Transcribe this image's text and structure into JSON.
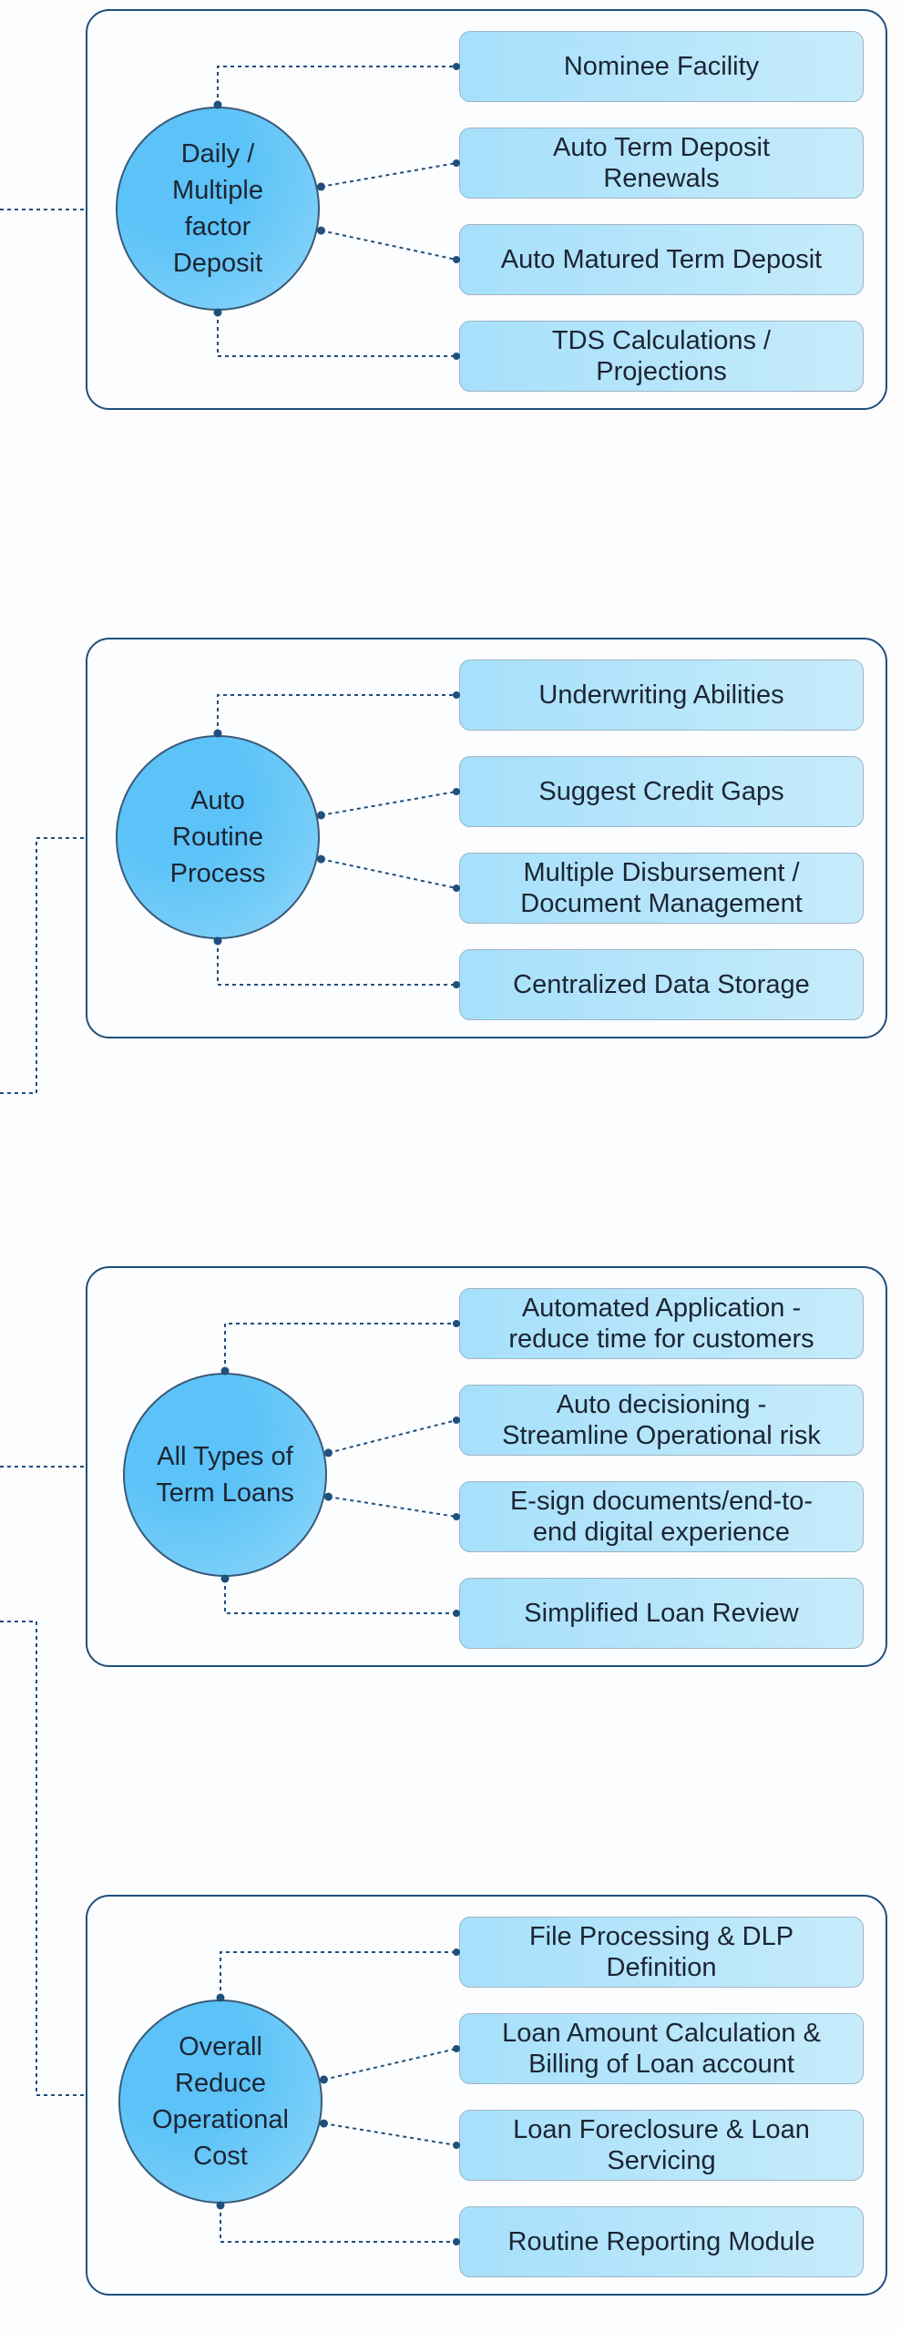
{
  "groups": [
    {
      "hub": "Daily /\nMultiple\nfactor\nDeposit",
      "items": [
        "Nominee Facility",
        "Auto Term Deposit\nRenewals",
        "Auto Matured Term Deposit",
        "TDS Calculations /\nProjections"
      ]
    },
    {
      "hub": "Auto\nRoutine\nProcess",
      "items": [
        "Underwriting Abilities",
        "Suggest Credit Gaps",
        "Multiple Disbursement /\nDocument Management",
        "Centralized Data Storage"
      ]
    },
    {
      "hub": "All Types of\nTerm Loans",
      "items": [
        "Automated Application -\nreduce time for customers",
        "Auto decisioning -\nStreamline Operational risk",
        "E-sign documents/end-to-\nend digital experience",
        "Simplified Loan Review"
      ]
    },
    {
      "hub": "Overall\nReduce\nOperational\nCost",
      "items": [
        "File Processing & DLP\nDefinition",
        "Loan Amount Calculation &\nBilling of Loan account",
        "Loan Foreclosure & Loan\nServicing",
        "Routine Reporting Module"
      ]
    }
  ],
  "colors": {
    "panel_border": "#1f4f7c",
    "connector": "#1f4f7c",
    "hub_fill": "#5cc3f8",
    "item_fill": "#b8e6fb"
  }
}
